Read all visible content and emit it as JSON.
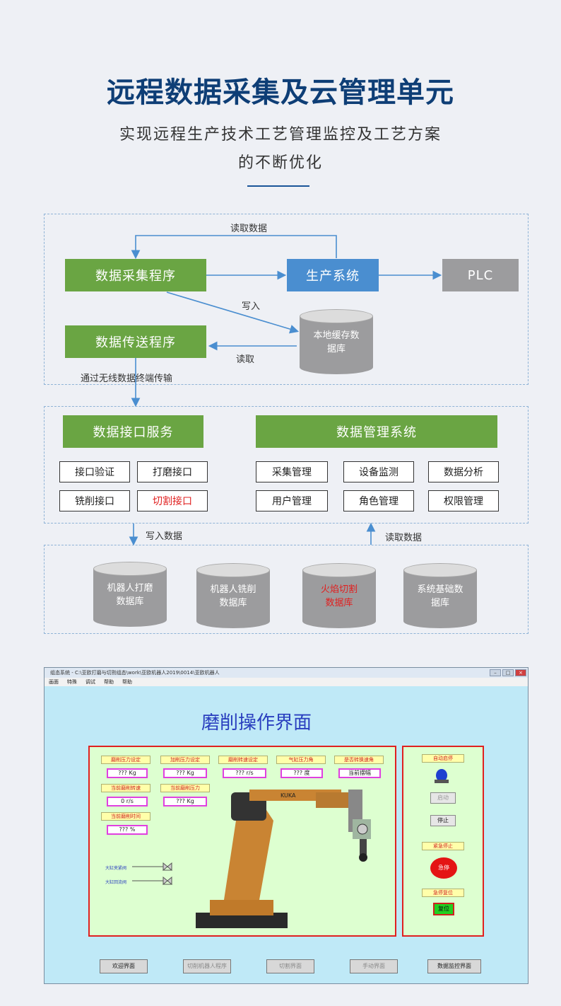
{
  "header": {
    "title": "远程数据采集及云管理单元",
    "subtitle_line1": "实现远程生产技术工艺管理监控及工艺方案",
    "subtitle_line2": "的不断优化"
  },
  "diagram": {
    "boxes": {
      "collect": "数据采集程序",
      "production": "生产系统",
      "plc": "PLC",
      "transfer": "数据传送程序",
      "interface_service": "数据接口服务",
      "data_mgmt": "数据管理系统"
    },
    "cache_db": [
      "本地缓存数",
      "据库"
    ],
    "labels": {
      "read_data_top": "读取数据",
      "write": "写入",
      "read": "读取",
      "wireless": "通过无线数据终端传输",
      "write_data": "写入数据",
      "read_data_bottom": "读取数据"
    },
    "interface_items": [
      "接口验证",
      "打磨接口",
      "铣削接口",
      "切割接口"
    ],
    "mgmt_items": [
      "采集管理",
      "设备监测",
      "数据分析",
      "用户管理",
      "角色管理",
      "权限管理"
    ],
    "databases": [
      {
        "line1": "机器人打磨",
        "line2": "数据库"
      },
      {
        "line1": "机器人铣削",
        "line2": "数据库"
      },
      {
        "line1": "火焰切割",
        "line2": "数据库"
      },
      {
        "line1": "系统基础数",
        "line2": "据库"
      }
    ],
    "colors": {
      "green": "#6aa543",
      "blue": "#4a8ed0",
      "gray": "#9c9c9e",
      "highlight_red": "#e02020"
    }
  },
  "screenshot": {
    "window_title": "组态系统 - C:\\亚欧打磨与切割组态\\work\\亚欧机器人2019\\0014\\亚欧机器人",
    "menu": [
      "画面",
      "特殊",
      "调试",
      "帮助",
      "帮助"
    ],
    "screen_title": "磨削操作界面",
    "params": [
      {
        "tag": "磨削压力设定",
        "value": "??? Kg"
      },
      {
        "tag": "加削压力设定",
        "value": "??? Kg"
      },
      {
        "tag": "磨削转速设定",
        "value": "??? r/s"
      },
      {
        "tag": "气缸压力角",
        "value": "??? 度"
      },
      {
        "tag": "是否转换速角",
        "value": "当前摆幅"
      },
      {
        "tag": "当前磨削转速",
        "value": "0 r/s"
      },
      {
        "tag": "当前磨削压力",
        "value": "??? Kg"
      },
      {
        "tag": "当前磨削时间",
        "value": "??? %"
      }
    ],
    "valves": [
      "大缸夹紧阀",
      "大缸回流阀"
    ],
    "side": {
      "auto_label": "自动启停",
      "start": "启动",
      "stop": "停止",
      "estop_label": "紧急停止",
      "estop_btn": "急停",
      "reset_label": "急停复位",
      "reset_btn": "复位"
    },
    "nav": [
      "欢迎界面",
      "切削机器人程序",
      "切割界面",
      "手动界面",
      "数据监控界面"
    ],
    "robot_brand": "KUKA"
  }
}
